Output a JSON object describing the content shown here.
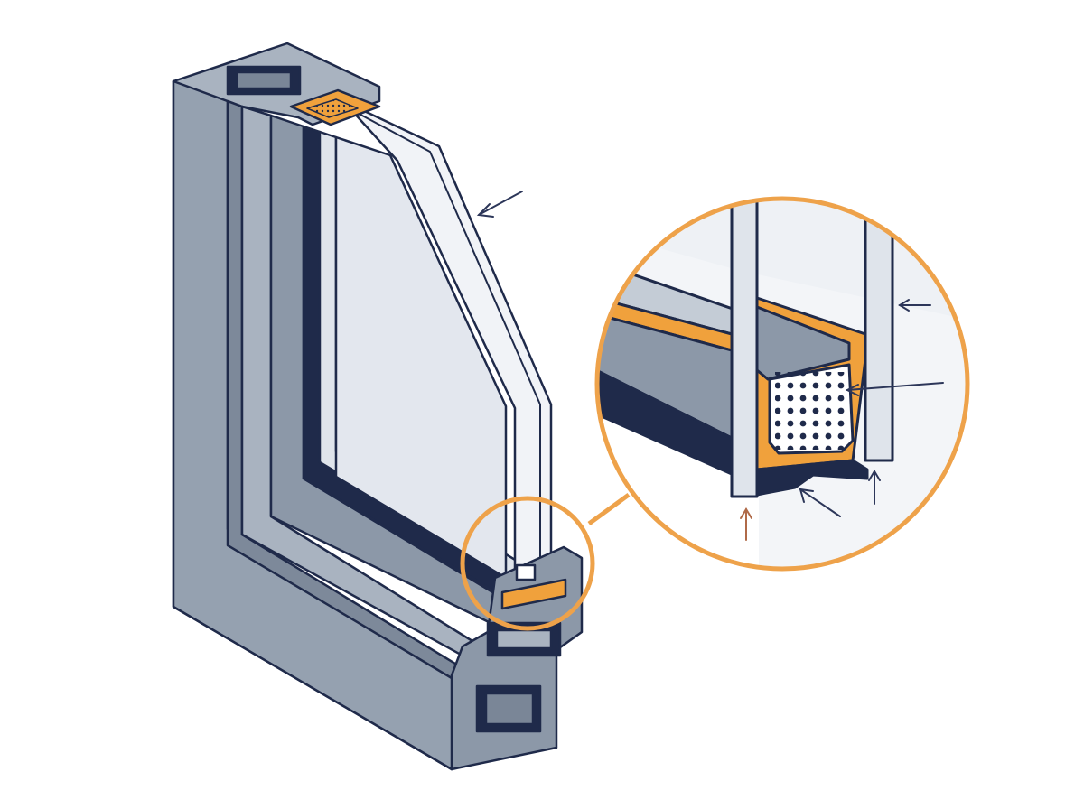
{
  "diagram": {
    "subject": "window-frame-corner-cross-section",
    "labels": [],
    "callouts": [
      {
        "name": "glass-pane-arrow"
      },
      {
        "name": "outer-pane-arrow"
      },
      {
        "name": "spacer-arrow"
      },
      {
        "name": "gasket-arrow"
      },
      {
        "name": "inner-pane-arrow"
      },
      {
        "name": "sealant-arrow"
      }
    ]
  },
  "colors": {
    "outline": "#1f2a4a",
    "frame": "#8c98a8",
    "frame_light": "#a9b3c0",
    "frame_dark": "#6f7b8c",
    "glass": "#e3e7ee",
    "glass_edge": "#f1f3f7",
    "sealant": "#f0a13c",
    "seal_dark": "#1f2a4a",
    "highlight_ring": "#eea24a",
    "callout_blue": "#2c3659",
    "callout_brown": "#b06a48"
  }
}
